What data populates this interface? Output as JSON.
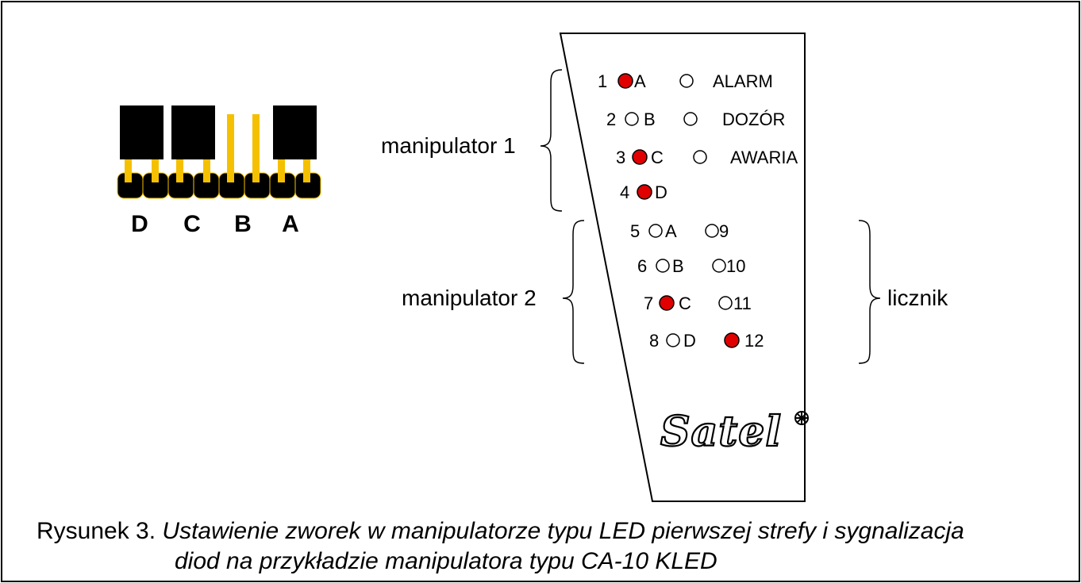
{
  "jumper_labels": [
    "D",
    "C",
    "B",
    "A"
  ],
  "keypad": {
    "rows_top": [
      {
        "num": "1",
        "num_led": "on",
        "letter": "A",
        "status_led": "off",
        "status": "ALARM"
      },
      {
        "num": "2",
        "num_led": "off",
        "letter": "B",
        "status_led": "off",
        "status": "DOZÓR"
      },
      {
        "num": "3",
        "num_led": "on",
        "letter": "C",
        "status_led": "off",
        "status": "AWARIA"
      },
      {
        "num": "4",
        "num_led": "on",
        "letter": "D"
      }
    ],
    "rows_bottom": [
      {
        "num": "5",
        "num_led": "off",
        "letter": "A",
        "right_led": "off",
        "right_num": "9"
      },
      {
        "num": "6",
        "num_led": "off",
        "letter": "B",
        "right_led": "off",
        "right_num": "10"
      },
      {
        "num": "7",
        "num_led": "on",
        "letter": "C",
        "right_led": "off",
        "right_num": "11"
      },
      {
        "num": "8",
        "num_led": "off",
        "letter": "D",
        "right_led": "on",
        "right_num": "12"
      }
    ],
    "logo": "Satel"
  },
  "labels": {
    "manipulator1": "manipulator 1",
    "manipulator2": "manipulator 2",
    "licznik": "licznik"
  },
  "caption": {
    "label": "Rysunek 3.",
    "text_line1": "Ustawienie zworek w manipulatorze typu LED pierwszej strefy i sygnalizacja",
    "text_line2": "diod na przykładzie manipulatora typu CA-10 KLED"
  },
  "colors": {
    "led_on": "#e00000",
    "pin": "#f5c000",
    "jumper": "#000000"
  }
}
